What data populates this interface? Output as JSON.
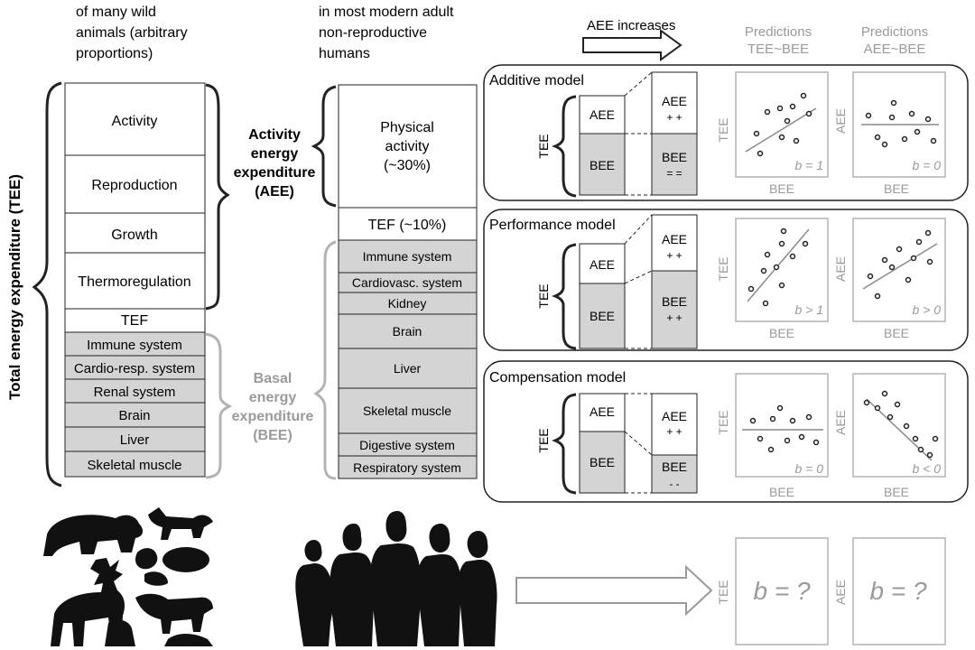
{
  "colA": {
    "title_lines": [
      "of many wild",
      "animals (arbitrary",
      "proportions)"
    ],
    "side_label": "Total energy expenditure (TEE)",
    "aee_blocks": [
      "Activity",
      "Reproduction",
      "Growth",
      "Thermoregulation"
    ],
    "tef": "TEF",
    "bee_blocks": [
      "Immune system",
      "Cardio-resp. system",
      "Renal system",
      "Brain",
      "Liver",
      "Skeletal muscle"
    ],
    "aee_label": [
      "Activity",
      "energy",
      "expenditure",
      "(AEE)"
    ],
    "bee_label": [
      "Basal",
      "energy",
      "expenditure",
      "(BEE)"
    ]
  },
  "colB": {
    "title_lines": [
      "in most modern adult",
      "non-reproductive",
      "humans"
    ],
    "activity": [
      "Physical",
      "activity",
      "(~30%)"
    ],
    "tef": "TEF (~10%)",
    "bee_blocks": [
      "Immune system",
      "Cardiovasc. system",
      "Kidney",
      "Brain",
      "Liver",
      "Skeletal muscle",
      "Digestive system",
      "Respiratory system"
    ]
  },
  "colC": {
    "arrow_label": "AEE increases",
    "pred_tee": [
      "Predictions",
      "TEE~BEE"
    ],
    "pred_aee": [
      "Predictions",
      "AEE~BEE"
    ],
    "aee": "AEE",
    "bee": "BEE",
    "tee": "TEE",
    "models": [
      {
        "name": "Additive model",
        "aee_mark": "+ +",
        "bee_mark": "= =",
        "b_tee": "b = 1",
        "b_aee": "b = 0"
      },
      {
        "name": "Performance model",
        "aee_mark": "+ +",
        "bee_mark": "+ +",
        "b_tee": "b > 1",
        "b_aee": "b > 0"
      },
      {
        "name": "Compensation model",
        "aee_mark": "+ +",
        "bee_mark": "- -",
        "b_tee": "b = 0",
        "b_aee": "b < 0"
      }
    ],
    "unknown": "b = ?"
  },
  "colors": {
    "bee_fill": "#d4d4d4",
    "gray_text": "#9a9a9a",
    "line": "#222222"
  }
}
